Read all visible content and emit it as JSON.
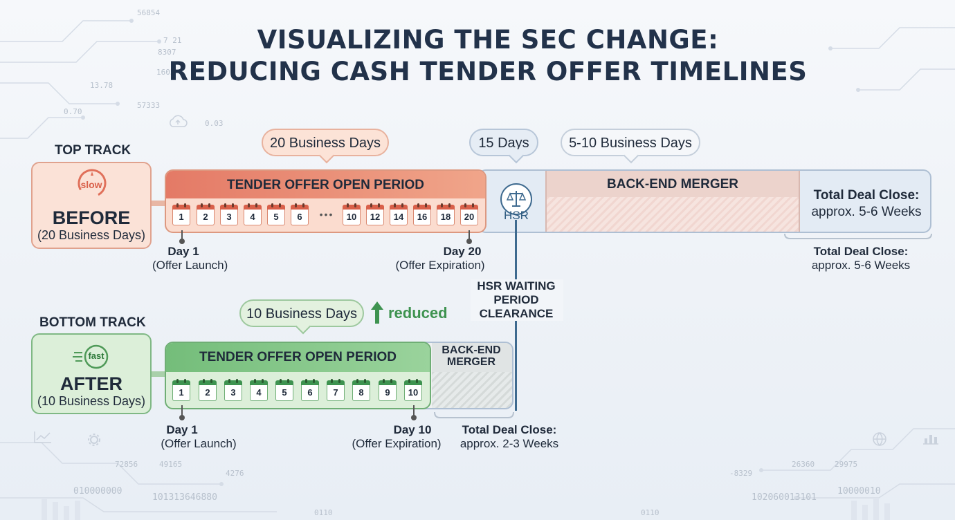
{
  "title": {
    "line1": "VISUALIZING THE SEC CHANGE:",
    "line2": "REDUCING CASH TENDER OFFER TIMELINES"
  },
  "background_numbers": [
    "56854",
    "7 21",
    "8307",
    "1603",
    "13.78",
    "57333",
    "0.70",
    "0.03",
    "72856",
    "49165",
    "4276",
    "010000000",
    "101313646880",
    "0110",
    "-8329",
    "26360",
    "29975",
    "102060013101",
    "10000010",
    "0110"
  ],
  "top_track": {
    "label": "TOP TRACK",
    "gauge_text": "slow",
    "title": "BEFORE",
    "subtitle": "(20 Business Days)",
    "bubble_tender": "20 Business Days",
    "bubble_hsr": "15 Days",
    "bubble_merger": "5-10 Business Days",
    "tender_title": "TENDER OFFER OPEN PERIOD",
    "hsr_label": "HSR",
    "merger_title": "BACK-END MERGER",
    "days": [
      "1",
      "2",
      "3",
      "4",
      "5",
      "6",
      "10",
      "12",
      "14",
      "16",
      "18",
      "20"
    ],
    "ellipsis": "•••",
    "start_day": "Day 1",
    "start_sub": "(Offer Launch)",
    "end_day": "Day 20",
    "end_sub": "(Offer Expiration)",
    "close_box_title": "Total Deal Close:",
    "close_box_sub": "approx. 5-6 Weeks",
    "close_below_title": "Total Deal Close:",
    "close_below_sub": "approx. 5-6 Weeks"
  },
  "hsr_note": {
    "line1": "HSR WAITING",
    "line2": "PERIOD",
    "line3": "CLEARANCE"
  },
  "bottom_track": {
    "label": "BOTTOM TRACK",
    "gauge_text": "fast",
    "title": "AFTER",
    "subtitle": "(10 Business Days)",
    "bubble_tender": "10 Business Days",
    "reduced_label": "reduced",
    "tender_title": "TENDER OFFER OPEN PERIOD",
    "merger_title_line1": "BACK-END",
    "merger_title_line2": "MERGER",
    "days": [
      "1",
      "2",
      "3",
      "4",
      "5",
      "6",
      "7",
      "8",
      "9",
      "10"
    ],
    "start_day": "Day 1",
    "start_sub": "(Offer Launch)",
    "end_day": "Day 10",
    "end_sub": "(Offer Expiration)",
    "close_title": "Total Deal Close:",
    "close_sub": "approx. 2-3 Weeks"
  },
  "colors": {
    "red_border": "#e0a28e",
    "red_head": "#e88a75",
    "red_fill": "#fbe0d6",
    "green_border": "#7fb884",
    "green_head": "#88c88d",
    "green_fill": "#dcefd9",
    "blue_border": "#aebfd3",
    "blue_fill": "#e3ebf4"
  }
}
